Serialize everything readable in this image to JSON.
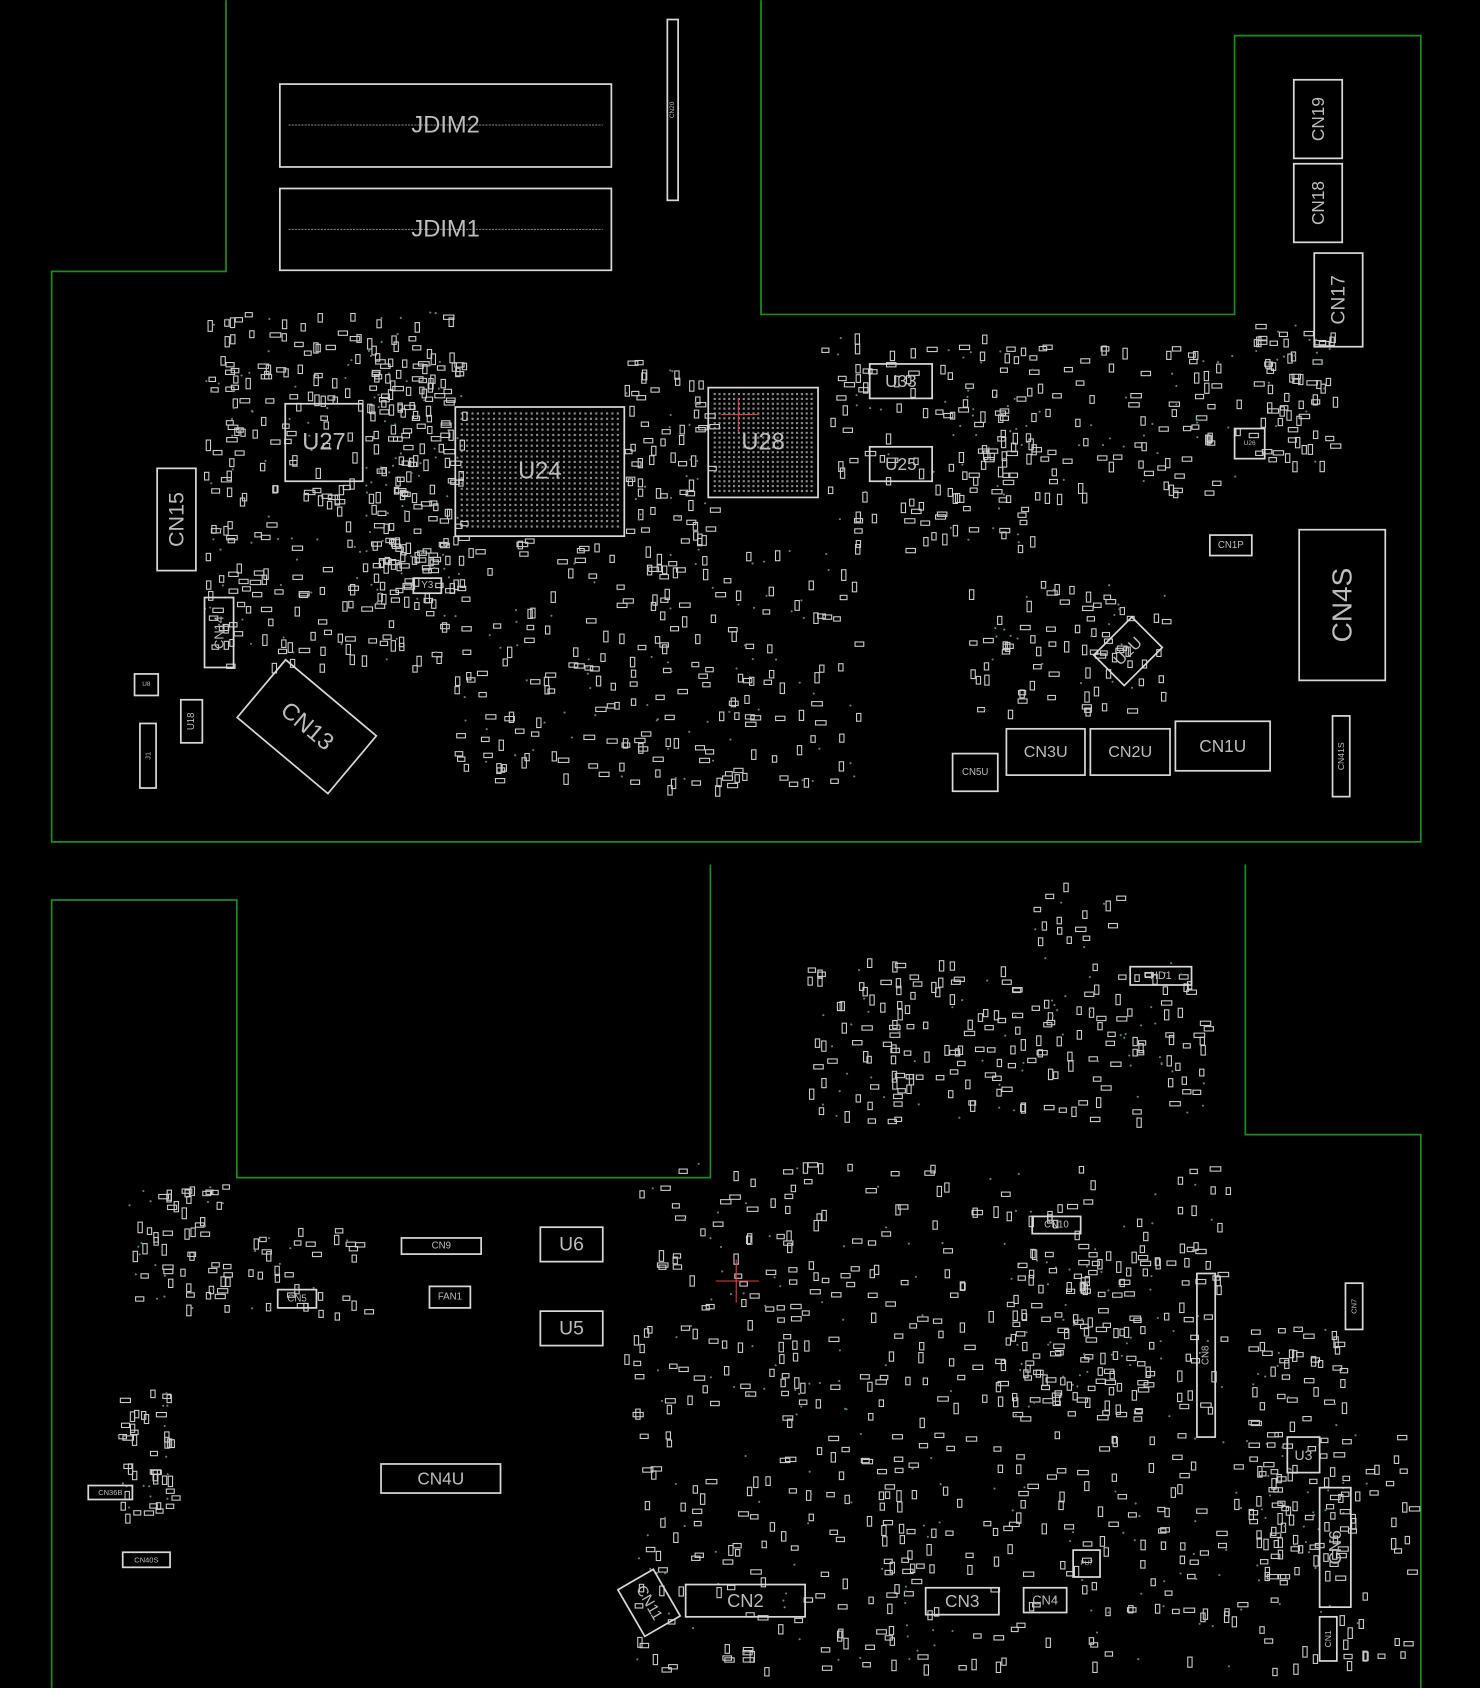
{
  "view": {
    "title": "Boardview",
    "outline_color": "#1f8a1f",
    "part_color": "#d8d8d8",
    "background": "#000000"
  },
  "components": {
    "top": [
      "JDIM2",
      "JDIM1",
      "CN20",
      "CN19",
      "CN18",
      "CN17",
      "U27",
      "U24",
      "U28",
      "U33",
      "U25",
      "CN15",
      "CN14",
      "CN13",
      "U18",
      "J1",
      "Y3",
      "CN1P",
      "CN4S",
      "U2U",
      "CN5U",
      "CN3U",
      "CN2U",
      "CN1U",
      "CN41S",
      "U26",
      "U8"
    ],
    "bottom": [
      "CN9",
      "U6",
      "U5",
      "FAN1",
      "CN5",
      "CN4U",
      "CN36B",
      "CN40S",
      "CN10",
      "HD1",
      "CN8",
      "CN6",
      "CN1",
      "CN7",
      "CN2",
      "CN3",
      "CN4",
      "CN11",
      "U3",
      "PU7"
    ]
  }
}
